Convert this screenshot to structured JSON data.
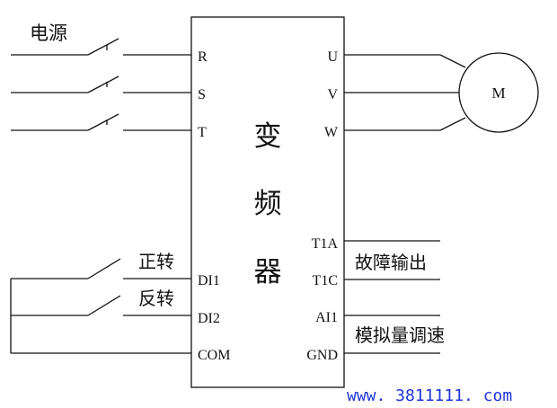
{
  "power_label": "电源",
  "forward_label": "正转",
  "reverse_label": "反转",
  "inverter_label_chars": [
    "变",
    "频",
    "器"
  ],
  "inputs": {
    "r": "R",
    "s": "S",
    "t": "T",
    "di1": "DI1",
    "di2": "DI2",
    "com": "COM"
  },
  "outputs": {
    "u": "U",
    "v": "V",
    "w": "W",
    "t1a": "T1A",
    "t1c": "T1C",
    "ai1": "AI1",
    "gnd": "GND"
  },
  "motor_label": "M",
  "fault_output_label": "故障输出",
  "analog_speed_label": "模拟量调速",
  "watermark": "www. 3811111. com",
  "colors": {
    "line": "#111111",
    "watermark": "#1f35d8"
  }
}
